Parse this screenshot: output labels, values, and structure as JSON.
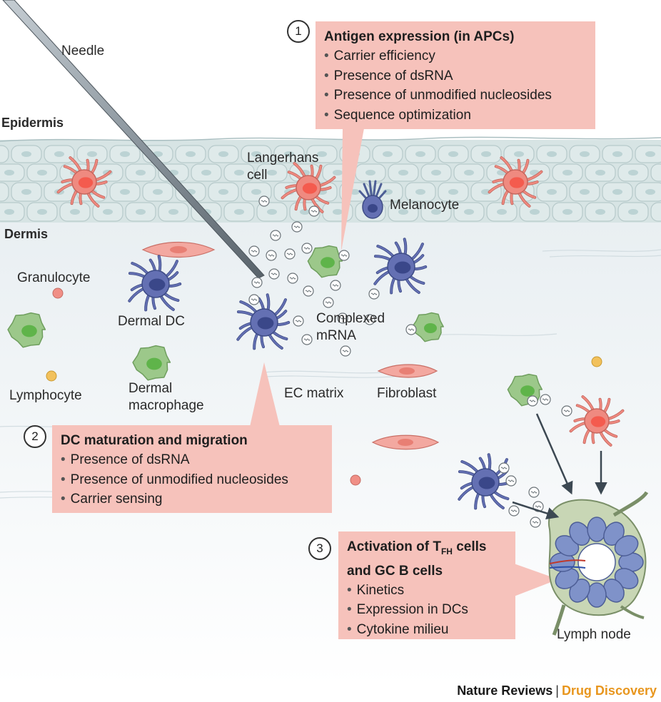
{
  "labels": {
    "needle": "Needle",
    "epidermis": "Epidermis",
    "dermis": "Dermis",
    "langerhans_line1": "Langerhans",
    "langerhans_line2": "cell",
    "melanocyte": "Melanocyte",
    "granulocyte": "Granulocyte",
    "dermal_dc": "Dermal DC",
    "complexed_line1": "Complexed",
    "complexed_line2": "mRNA",
    "lymphocyte": "Lymphocyte",
    "dermal_macrophage_line1": "Dermal",
    "dermal_macrophage_line2": "macrophage",
    "ec_matrix": "EC matrix",
    "fibroblast": "Fibroblast",
    "lymph_node": "Lymph node"
  },
  "steps": [
    {
      "number": "1",
      "title": "Antigen expression (in APCs)",
      "items": [
        "Carrier efficiency",
        "Presence of dsRNA",
        "Presence of unmodified nucleosides",
        "Sequence optimization"
      ]
    },
    {
      "number": "2",
      "title": "DC maturation and migration",
      "items": [
        "Presence of dsRNA",
        "Presence of unmodified nucleosides",
        "Carrier sensing"
      ]
    },
    {
      "number": "3",
      "title_prefix": "Activation of T",
      "title_sub": "FH",
      "title_suffix": " cells",
      "title_line2": "and GC B cells",
      "items": [
        "Kinetics",
        "Expression in DCs",
        "Cytokine milieu"
      ]
    }
  ],
  "footer": {
    "journal": "Nature Reviews",
    "separator": "|",
    "section": "Drug Discovery"
  },
  "colors": {
    "epidermis": "#d7e4e4",
    "dermis": "#eef2f4",
    "box": "#f6c2bb",
    "dc": "#6470b3",
    "langerhans": "#ef8a80",
    "macrophage": "#9cc88a",
    "fibroblast": "#f3a8a0",
    "footer_accent": "#e8961e"
  }
}
